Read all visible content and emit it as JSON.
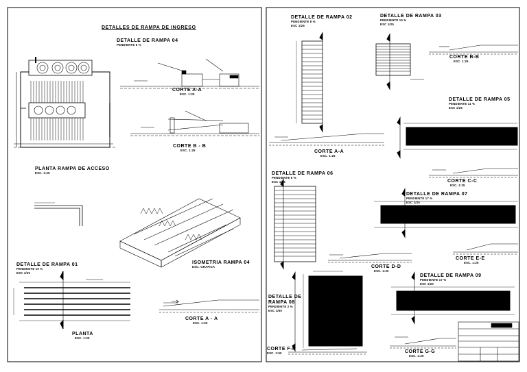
{
  "sheet_title": "DETALLES DE RAMPA DE INGRESO",
  "left": {
    "r04_title": "DETALLE DE RAMPA 04",
    "r04_slope": "PENDIENTE 8 %",
    "corte_aa_title": "CORTE A-A",
    "corte_aa_scale": "ESC. 1:25",
    "corte_bb_title": "CORTE B - B",
    "corte_bb_scale": "ESC. 1:25",
    "planta_title": "PLANTA RAMPA DE ACCESO",
    "planta_scale": "ESC. 1:25",
    "iso_title": "ISOMETRIA RAMPA 04",
    "iso_scale": "ESC. GRAFICA",
    "r01_title": "DETALLE DE RAMPA 01",
    "r01_slope": "PENDIENTE 10 %",
    "r01_scale": "ESC 1/25",
    "r01_corte_title": "CORTE A - A",
    "r01_corte_scale": "ESC. 1:20",
    "r01_planta_title": "PLANTA",
    "r01_planta_scale": "ESC. 1:25"
  },
  "right": {
    "r02_title": "DETALLE DE RAMPA 02",
    "r02_slope": "PENDIENTE 8 %",
    "r02_scale": "ESC 1/25",
    "r03_title": "DETALLE DE RAMPA 03",
    "r03_slope": "PENDIENTE 10 %",
    "r03_scale": "ESC 1/25",
    "corte_bb_title": "CORTE B-B",
    "corte_bb_scale": "ESC. 1:25",
    "r02_corte_title": "CORTE A-A",
    "r02_corte_scale": "ESC. 1:25",
    "r05_title": "DETALLE DE RAMPA 05",
    "r05_slope": "PENDIENTE 11 %",
    "r05_scale": "ESC 1/25",
    "corte_cc_title": "CORTE C-C",
    "corte_cc_scale": "ESC. 1:25",
    "r06_title": "DETALLE DE RAMPA 06",
    "r06_slope": "PENDIENTE 6 %",
    "r06_scale": "ESC 1/25",
    "r07_title": "DETALLE DE RAMPA 07",
    "r07_slope": "PENDIENTE 17 %",
    "r07_scale": "ESC 1/25",
    "corte_dd_title": "CORTE D-D",
    "corte_dd_scale": "ESC. 1:20",
    "corte_ee_title": "CORTE E-E",
    "corte_ee_scale": "ESC. 1:25",
    "r08_title_1": "DETALLE DE",
    "r08_title_2": "RAMPA 08",
    "r08_slope": "PENDIENTE 2 %",
    "r08_scale": "ESC 1/50",
    "r09_title": "DETALLE DE RAMPA 09",
    "r09_slope": "PENDIENTE 17 %",
    "r09_scale": "ESC 1/20",
    "corte_ff_title": "CORTE F-F",
    "corte_ff_scale": "ESC. 1:50",
    "corte_gg_title": "CORTE G-G",
    "corte_gg_scale": "ESC. 1:25"
  },
  "colors": {
    "ink": "#000000",
    "paper": "#ffffff",
    "gray": "#555555"
  }
}
